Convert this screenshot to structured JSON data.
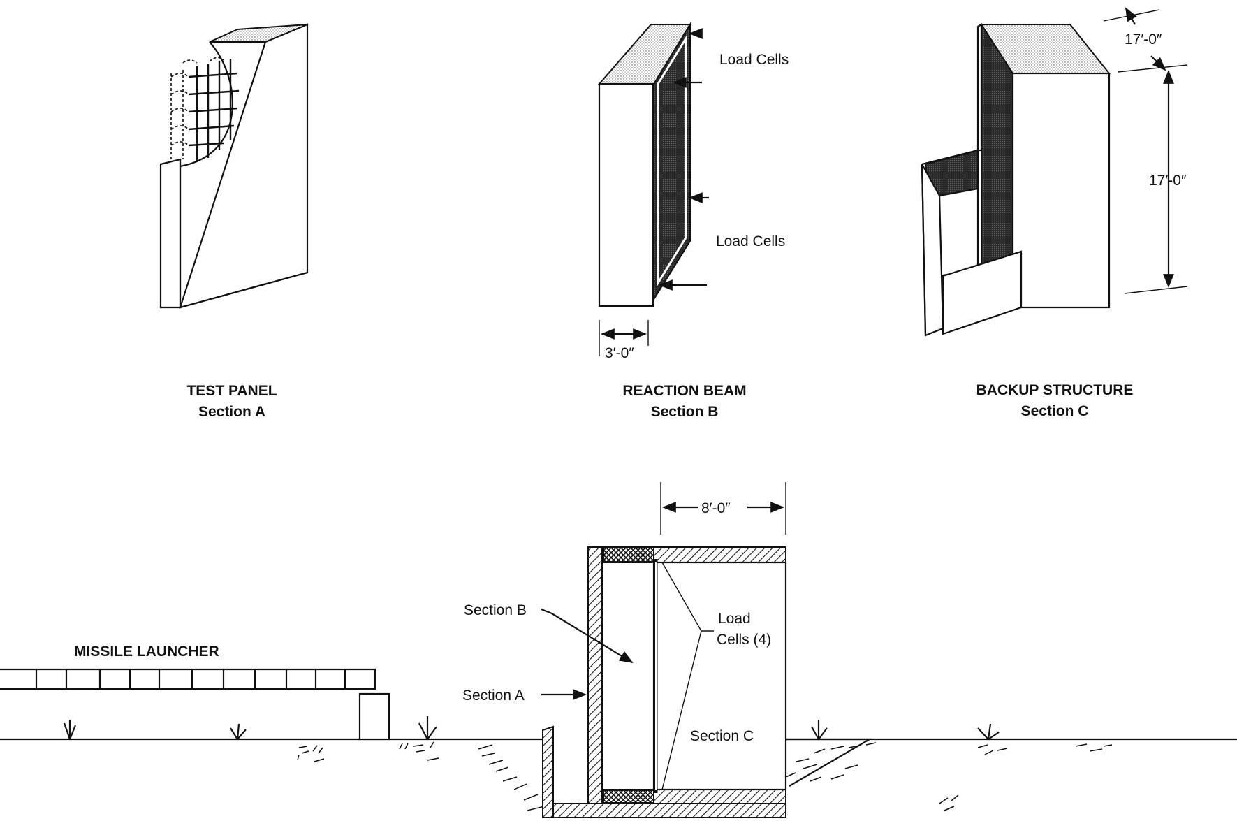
{
  "figures": {
    "test_panel": {
      "title": "TEST PANEL",
      "section": "Section A"
    },
    "reaction_beam": {
      "title": "REACTION BEAM",
      "section": "Section B",
      "load_cells_upper": "Load Cells",
      "load_cells_lower": "Load Cells",
      "width_dim": "3′-0″"
    },
    "backup_structure": {
      "title": "BACKUP STRUCTURE",
      "section": "Section C",
      "depth_dim": "17′-0″",
      "height_dim": "17′-0″"
    }
  },
  "setup": {
    "launcher_label": "MISSILE LAUNCHER",
    "top_dim": "8′-0″",
    "section_b": "Section B",
    "section_a": "Section A",
    "section_c": "Section C",
    "load_cells_line1": "Load",
    "load_cells_line2": "Cells (4)"
  },
  "colors": {
    "ink": "#111111",
    "background": "#ffffff",
    "shade": "#2a2a2a"
  }
}
